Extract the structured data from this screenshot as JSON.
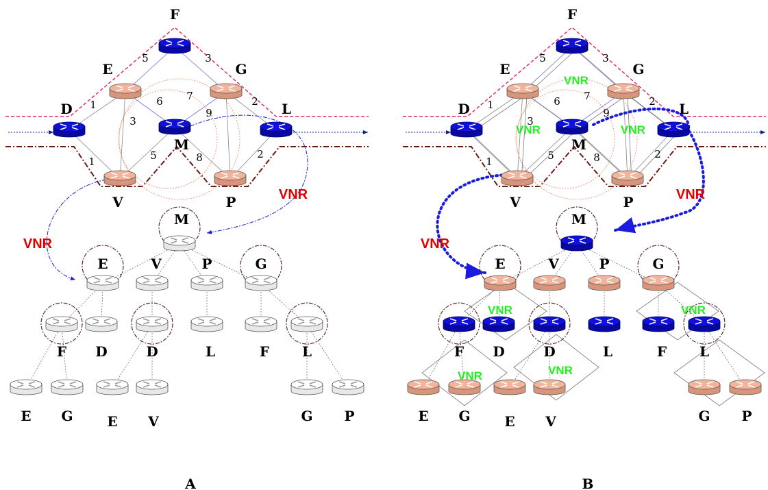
{
  "colors": {
    "router_blue": "#1010d8",
    "router_salmon": "#f2b49a",
    "router_white": "#ffffff",
    "domain_boundary_pink": "#e0206a",
    "domain_boundary_brown": "#6a1a10",
    "vnr_red": "#e00000",
    "vnr_green": "#22ee22",
    "vnr_path_blue": "#1a1ae0",
    "traffic_arrow": "#102080"
  },
  "icons": {
    "router": "router-icon"
  },
  "panels": [
    {
      "id": "A",
      "caption": "A",
      "vnr_callouts": [
        "VNR",
        "VNR"
      ],
      "network": {
        "nodes": [
          {
            "id": "F",
            "label": "F",
            "color": "blue"
          },
          {
            "id": "E",
            "label": "E",
            "color": "salmon"
          },
          {
            "id": "G",
            "label": "G",
            "color": "salmon"
          },
          {
            "id": "D",
            "label": "D",
            "color": "blue"
          },
          {
            "id": "M",
            "label": "M",
            "color": "blue"
          },
          {
            "id": "L",
            "label": "L",
            "color": "blue"
          },
          {
            "id": "V",
            "label": "V",
            "color": "salmon"
          },
          {
            "id": "P",
            "label": "P",
            "color": "salmon"
          }
        ],
        "edge_weights": [
          {
            "from": "E",
            "to": "F",
            "weight": "5"
          },
          {
            "from": "F",
            "to": "G",
            "weight": "3"
          },
          {
            "from": "D",
            "to": "E",
            "weight": "1"
          },
          {
            "from": "E",
            "to": "M",
            "weight": "6"
          },
          {
            "from": "M",
            "to": "G",
            "weight": "7"
          },
          {
            "from": "G",
            "to": "L",
            "weight": "2"
          },
          {
            "from": "E",
            "to": "V",
            "weight": "3"
          },
          {
            "from": "G",
            "to": "P",
            "weight": "9"
          },
          {
            "from": "D",
            "to": "V",
            "weight": "1"
          },
          {
            "from": "V",
            "to": "M",
            "weight": "5"
          },
          {
            "from": "M",
            "to": "P",
            "weight": "8"
          },
          {
            "from": "P",
            "to": "L",
            "weight": "2"
          }
        ]
      },
      "tree": {
        "root": {
          "label": "M",
          "color": "white"
        },
        "level1": [
          {
            "label": "E",
            "color": "white"
          },
          {
            "label": "V",
            "color": "white"
          },
          {
            "label": "P",
            "color": "white"
          },
          {
            "label": "G",
            "color": "white"
          }
        ],
        "level2": [
          {
            "label": "F",
            "color": "white"
          },
          {
            "label": "D",
            "color": "white"
          },
          {
            "label": "D",
            "color": "white"
          },
          {
            "label": "L",
            "color": "white"
          },
          {
            "label": "F",
            "color": "white"
          },
          {
            "label": "L",
            "color": "white"
          }
        ],
        "level3": [
          {
            "label": "E",
            "color": "white"
          },
          {
            "label": "G",
            "color": "white"
          },
          {
            "label": "E",
            "color": "white"
          },
          {
            "label": "V",
            "color": "white"
          },
          {
            "label": "G",
            "color": "white"
          },
          {
            "label": "P",
            "color": "white"
          }
        ]
      }
    },
    {
      "id": "B",
      "caption": "B",
      "vnr_callouts": [
        "VNR",
        "VNR"
      ],
      "vnr_labels_green": [
        "VNR",
        "VNR",
        "VNR",
        "VNR",
        "VNR",
        "VNR",
        "VNR"
      ],
      "network": {
        "nodes": [
          {
            "id": "F",
            "label": "F",
            "color": "blue"
          },
          {
            "id": "E",
            "label": "E",
            "color": "salmon"
          },
          {
            "id": "G",
            "label": "G",
            "color": "salmon"
          },
          {
            "id": "D",
            "label": "D",
            "color": "blue"
          },
          {
            "id": "M",
            "label": "M",
            "color": "blue"
          },
          {
            "id": "L",
            "label": "L",
            "color": "blue"
          },
          {
            "id": "V",
            "label": "V",
            "color": "salmon"
          },
          {
            "id": "P",
            "label": "P",
            "color": "salmon"
          }
        ],
        "edge_weights": [
          {
            "from": "E",
            "to": "F",
            "weight": "5"
          },
          {
            "from": "F",
            "to": "G",
            "weight": "3"
          },
          {
            "from": "D",
            "to": "E",
            "weight": "1"
          },
          {
            "from": "E",
            "to": "M",
            "weight": "6"
          },
          {
            "from": "M",
            "to": "G",
            "weight": "7"
          },
          {
            "from": "G",
            "to": "L",
            "weight": "2"
          },
          {
            "from": "E",
            "to": "V",
            "weight": "3"
          },
          {
            "from": "G",
            "to": "P",
            "weight": "9"
          },
          {
            "from": "D",
            "to": "V",
            "weight": "1"
          },
          {
            "from": "V",
            "to": "M",
            "weight": "5"
          },
          {
            "from": "M",
            "to": "P",
            "weight": "8"
          },
          {
            "from": "P",
            "to": "L",
            "weight": "2"
          }
        ]
      },
      "tree": {
        "root": {
          "label": "M",
          "color": "blue"
        },
        "level1": [
          {
            "label": "E",
            "color": "salmon"
          },
          {
            "label": "V",
            "color": "salmon"
          },
          {
            "label": "P",
            "color": "salmon"
          },
          {
            "label": "G",
            "color": "salmon"
          }
        ],
        "level2": [
          {
            "label": "F",
            "color": "blue"
          },
          {
            "label": "D",
            "color": "blue"
          },
          {
            "label": "D",
            "color": "blue"
          },
          {
            "label": "L",
            "color": "blue"
          },
          {
            "label": "F",
            "color": "blue"
          },
          {
            "label": "L",
            "color": "blue"
          }
        ],
        "level3": [
          {
            "label": "E",
            "color": "salmon"
          },
          {
            "label": "G",
            "color": "salmon"
          },
          {
            "label": "E",
            "color": "salmon"
          },
          {
            "label": "V",
            "color": "salmon"
          },
          {
            "label": "G",
            "color": "salmon"
          },
          {
            "label": "P",
            "color": "salmon"
          }
        ]
      }
    }
  ]
}
